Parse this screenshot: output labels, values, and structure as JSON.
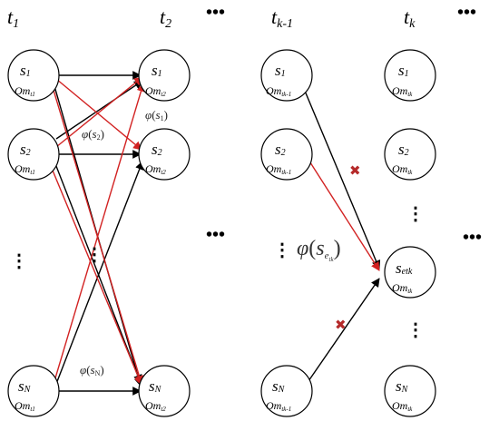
{
  "columns": {
    "t1": {
      "main": "t",
      "sub": "1"
    },
    "t2": {
      "main": "t",
      "sub": "2"
    },
    "tk_minus_1": {
      "main": "t",
      "sub": "k-1"
    },
    "tk": {
      "main": "t",
      "sub": "k"
    }
  },
  "ellipsis": "•••",
  "vertical_dots": "⋮",
  "col1": {
    "s1": {
      "state": "s",
      "state_sub": "1",
      "obs": "Om",
      "obs_sub": "t1"
    },
    "s2": {
      "state": "s",
      "state_sub": "2",
      "obs": "Om",
      "obs_sub": "t1"
    },
    "sN": {
      "state": "s",
      "state_sub": "N",
      "obs": "Om",
      "obs_sub": "t1"
    }
  },
  "col2": {
    "s1": {
      "state": "s",
      "state_sub": "1",
      "obs": "Om",
      "obs_sub": "t2"
    },
    "s2": {
      "state": "s",
      "state_sub": "2",
      "obs": "Om",
      "obs_sub": "t2"
    },
    "sN": {
      "state": "s",
      "state_sub": "N",
      "obs": "Om",
      "obs_sub": "t2"
    }
  },
  "col3": {
    "s1": {
      "state": "s",
      "state_sub": "1",
      "obs": "Om",
      "obs_sub": "tk-1"
    },
    "s2": {
      "state": "s",
      "state_sub": "2",
      "obs": "Om",
      "obs_sub": "tk-1"
    },
    "sN": {
      "state": "s",
      "state_sub": "N",
      "obs": "Om",
      "obs_sub": "tk-1"
    }
  },
  "col4": {
    "s1": {
      "state": "s",
      "state_sub": "1",
      "obs": "Om",
      "obs_sub": "tk"
    },
    "s2": {
      "state": "s",
      "state_sub": "2",
      "obs": "Om",
      "obs_sub": "tk"
    },
    "se": {
      "state": "s",
      "state_sub": "etk",
      "obs": "Om",
      "obs_sub": "tk"
    },
    "sN": {
      "state": "s",
      "state_sub": "N",
      "obs": "Om",
      "obs_sub": "tk"
    }
  },
  "labels": {
    "phi_s1": {
      "phi": "φ",
      "open": "(",
      "var": "s",
      "sub": "1",
      "close": ")"
    },
    "phi_s2": {
      "phi": "φ",
      "open": "(",
      "var": "s",
      "sub": "2",
      "close": ")"
    },
    "phi_sN": {
      "phi": "φ",
      "open": "(",
      "var": "s",
      "sub": "N",
      "close": ")"
    },
    "phi_se": {
      "phi": "φ",
      "open": "(",
      "var": "s",
      "sub": "e",
      "subsub": "tk",
      "close": ")"
    }
  },
  "markers": {
    "cross": "✖"
  },
  "colors": {
    "red_edge": "#d22222",
    "black_edge": "#000000",
    "cross": "#b52a2a"
  }
}
